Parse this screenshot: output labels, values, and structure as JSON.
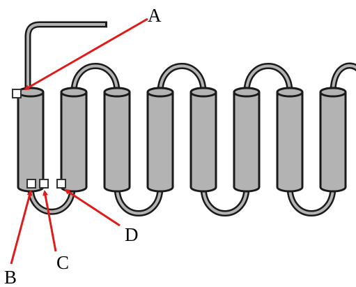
{
  "diagram": {
    "labels": {
      "a": "A",
      "b": "B",
      "c": "C",
      "d": "D"
    },
    "colors": {
      "helix_fill": "#b3b3b3",
      "outline": "#1a1a1a",
      "arrow": "#e01b1b",
      "marker_fill": "#ffffff"
    }
  }
}
